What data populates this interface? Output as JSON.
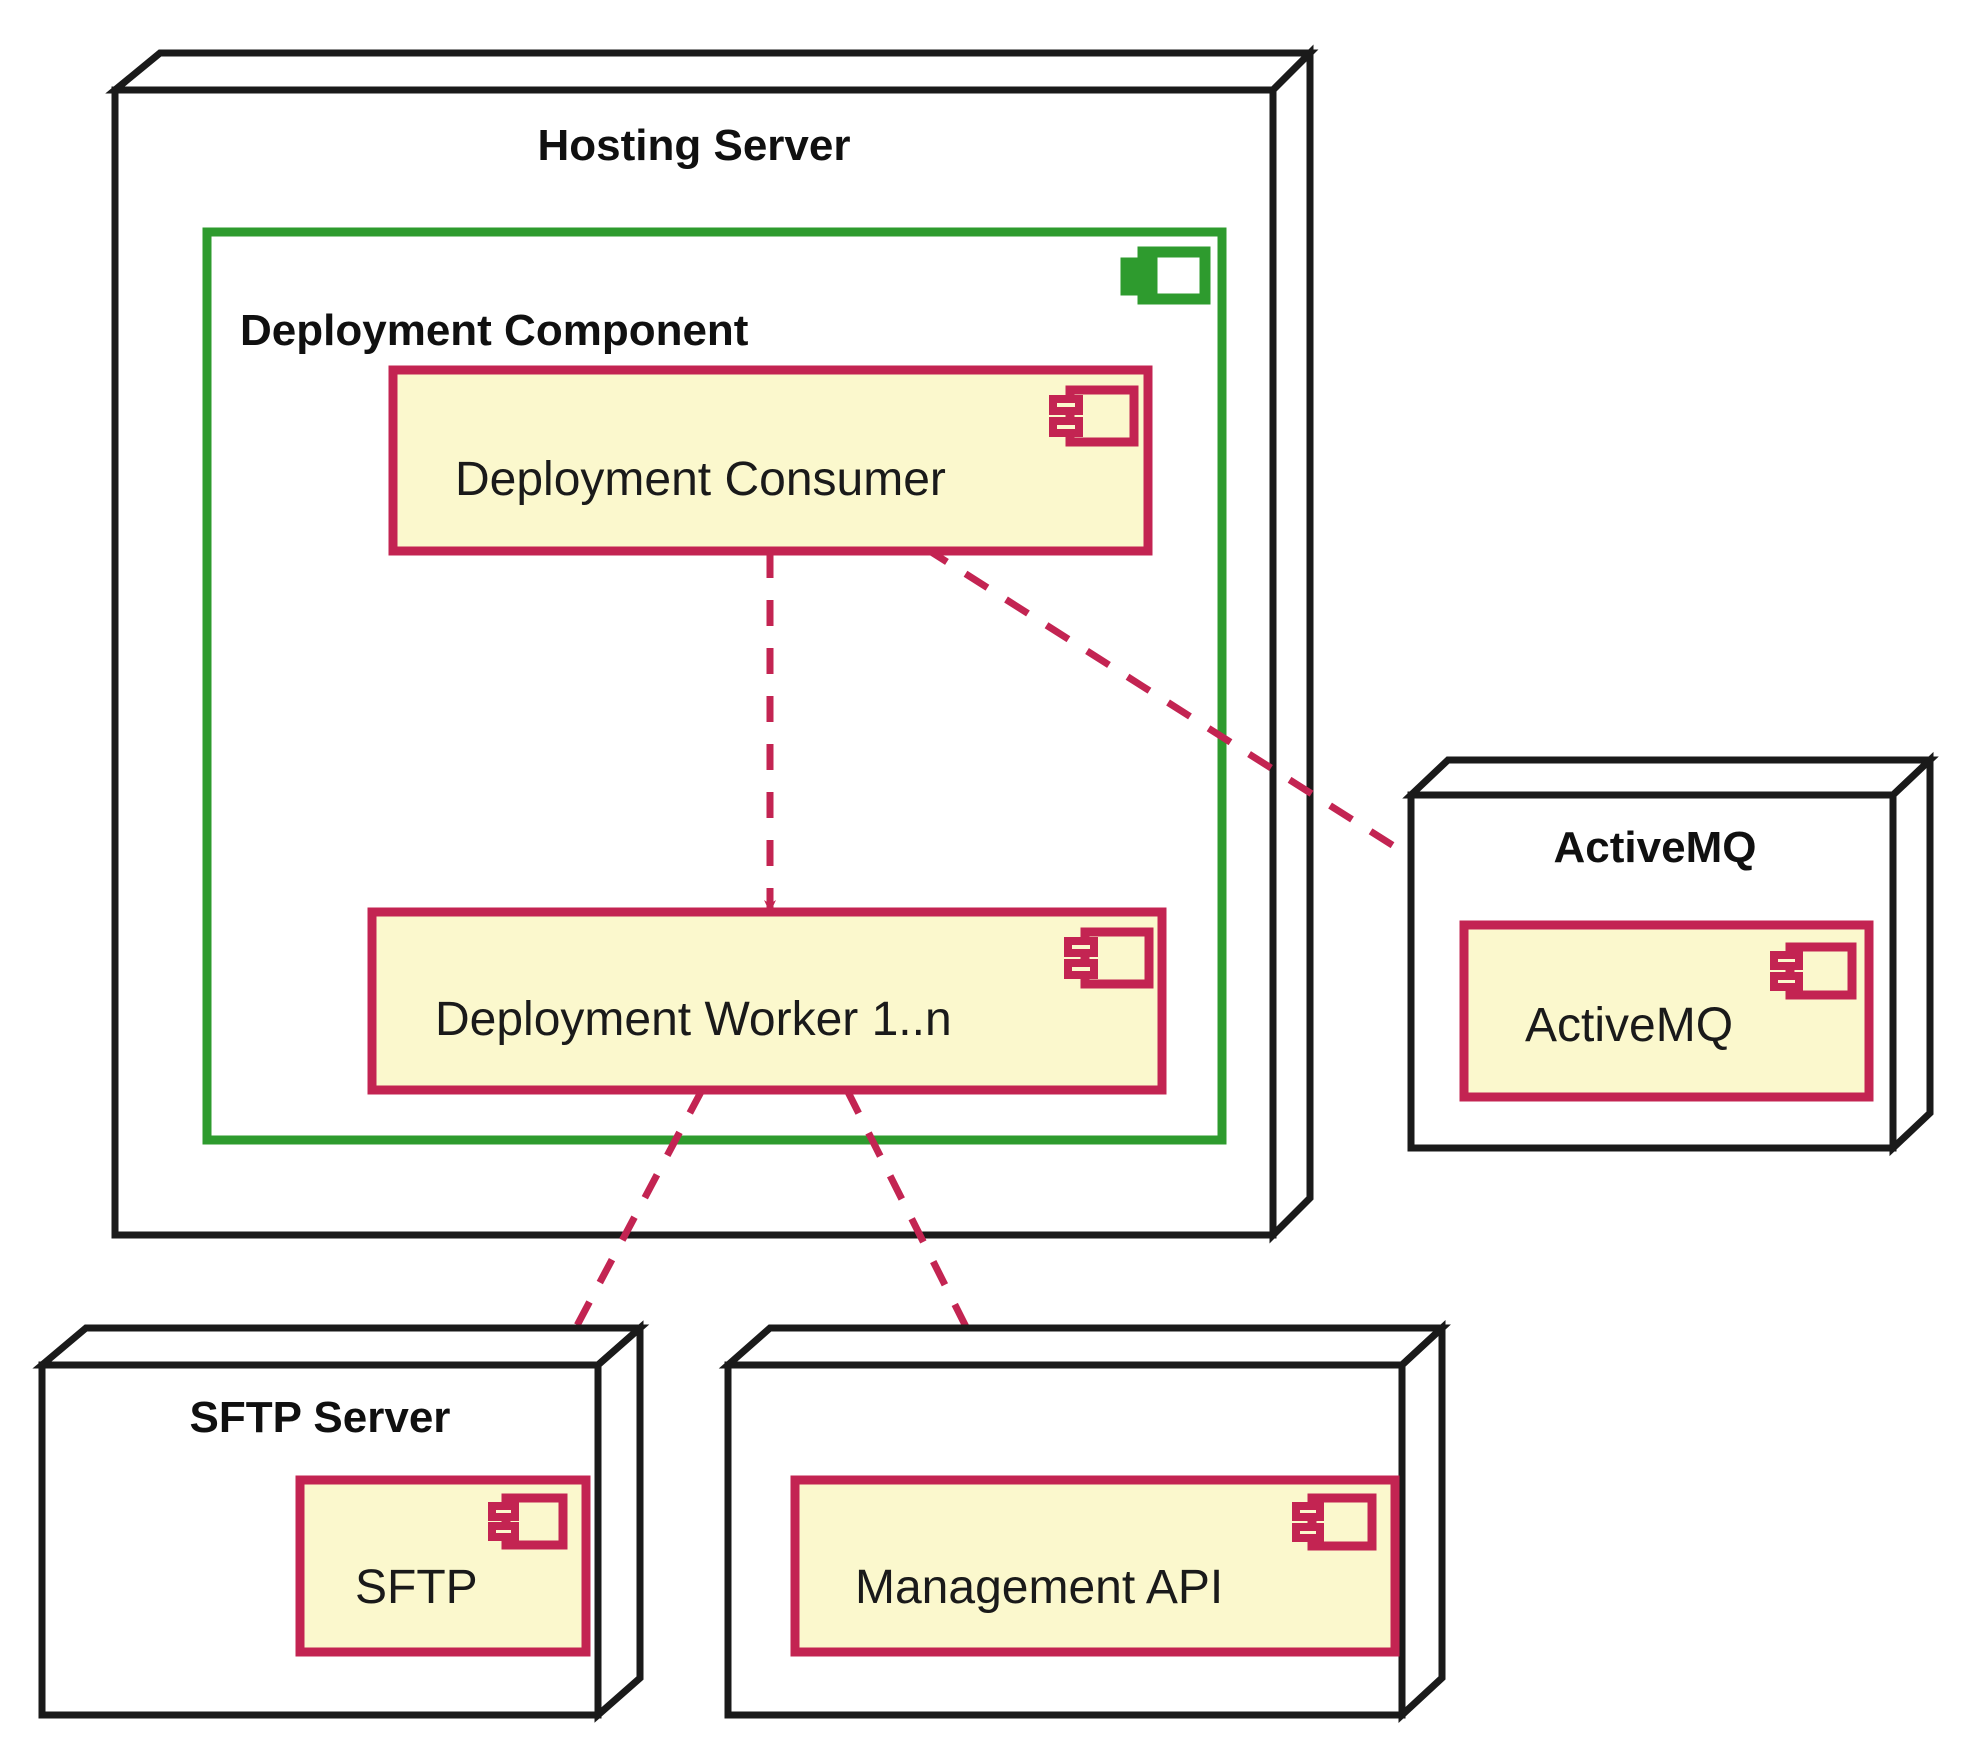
{
  "diagram": {
    "type": "uml-deployment-diagram",
    "background": "#ffffff",
    "colors": {
      "node_border": "#1a1a1a",
      "node_fill": "#ffffff",
      "component_border": "#2e9b2e",
      "component_fill": "#ffffff",
      "artifact_border": "#c32452",
      "artifact_fill": "#fbf8cd",
      "dependency_line": "#c32452",
      "text": "#101010"
    },
    "nodes": [
      {
        "id": "hosting-server",
        "label": "Hosting Server",
        "kind": "node"
      },
      {
        "id": "activemq-node",
        "label": "ActiveMQ",
        "kind": "node"
      },
      {
        "id": "sftp-server",
        "label": "SFTP Server",
        "kind": "node"
      },
      {
        "id": "management-api-node",
        "label": "",
        "kind": "node"
      }
    ],
    "components": [
      {
        "id": "deployment-component",
        "label": "Deployment Component",
        "kind": "component",
        "parent": "hosting-server"
      }
    ],
    "artifacts": [
      {
        "id": "deployment-consumer",
        "label": "Deployment Consumer",
        "parent": "deployment-component"
      },
      {
        "id": "deployment-worker",
        "label": "Deployment Worker 1..n",
        "parent": "deployment-component"
      },
      {
        "id": "activemq-artifact",
        "label": "ActiveMQ",
        "parent": "activemq-node"
      },
      {
        "id": "sftp-artifact",
        "label": "SFTP",
        "parent": "sftp-server"
      },
      {
        "id": "management-api-artifact",
        "label": "Management API",
        "parent": "management-api-node"
      }
    ],
    "dependencies": [
      {
        "id": "consumer-to-worker",
        "from": "deployment-consumer",
        "to": "deployment-worker",
        "style": "dashed-arrow"
      },
      {
        "id": "consumer-to-activemq",
        "from": "deployment-consumer",
        "to": "activemq-artifact",
        "style": "dashed-arrow"
      },
      {
        "id": "worker-to-sftp",
        "from": "deployment-worker",
        "to": "sftp-artifact",
        "style": "dashed-arrow"
      },
      {
        "id": "worker-to-management-api",
        "from": "deployment-worker",
        "to": "management-api-artifact",
        "style": "dashed-arrow"
      }
    ]
  }
}
